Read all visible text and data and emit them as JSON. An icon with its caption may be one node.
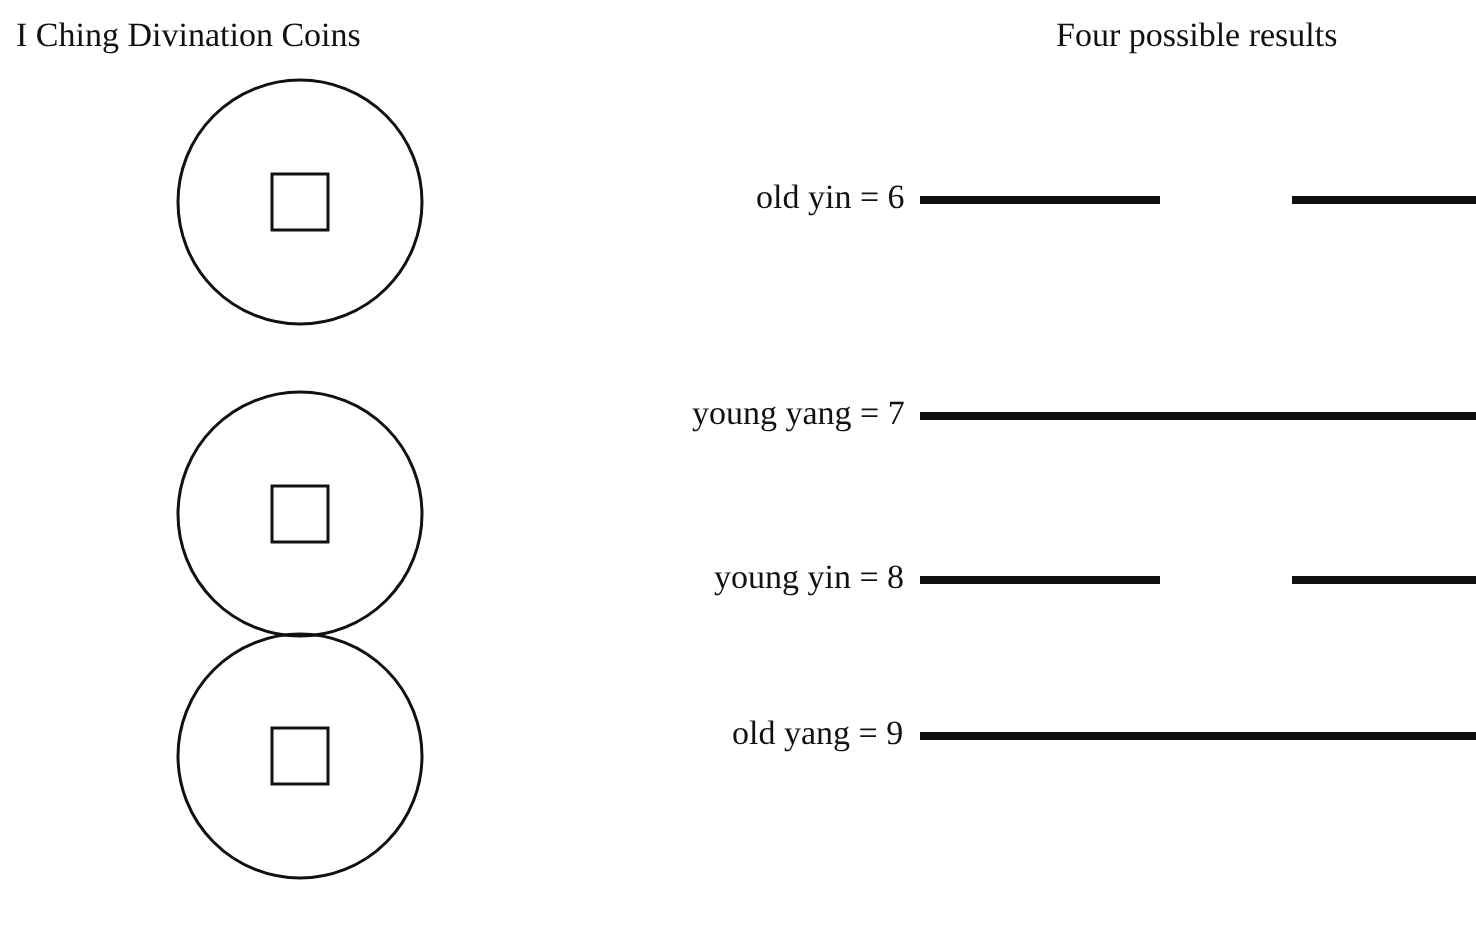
{
  "diagram": {
    "title": "I Ching Divination Coins",
    "labels": [
      "Four possible results",
      "old yin = 6",
      "young yang = 7",
      "young yin = 8",
      "old yang = 9"
    ]
  }
}
